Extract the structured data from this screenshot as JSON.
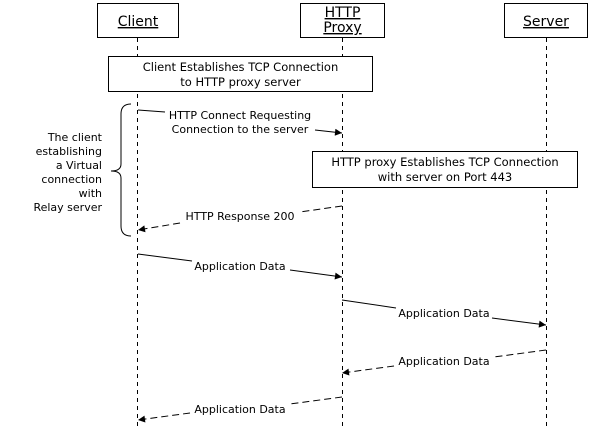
{
  "participants": {
    "client": "Client",
    "proxy_line1": "HTTP",
    "proxy_line2": "Proxy",
    "server": "Server"
  },
  "notes": {
    "client_tcp_line1": "Client Establishes TCP Connection",
    "client_tcp_line2": "to HTTP proxy server",
    "proxy_tcp_line1": "HTTP proxy Establishes TCP Connection",
    "proxy_tcp_line2": "with server on Port 443"
  },
  "messages": {
    "connect_line1": "HTTP Connect Requesting",
    "connect_line2": "Connection to the server",
    "response_200": "HTTP Response 200",
    "app_data_client_to_proxy": "Application Data",
    "app_data_proxy_to_server": "Application Data",
    "app_data_server_to_proxy": "Application Data",
    "app_data_proxy_to_client": "Application Data"
  },
  "bracket_label": [
    "The client",
    "establishing",
    "a Virtual",
    "connection",
    "with",
    "Relay server"
  ]
}
